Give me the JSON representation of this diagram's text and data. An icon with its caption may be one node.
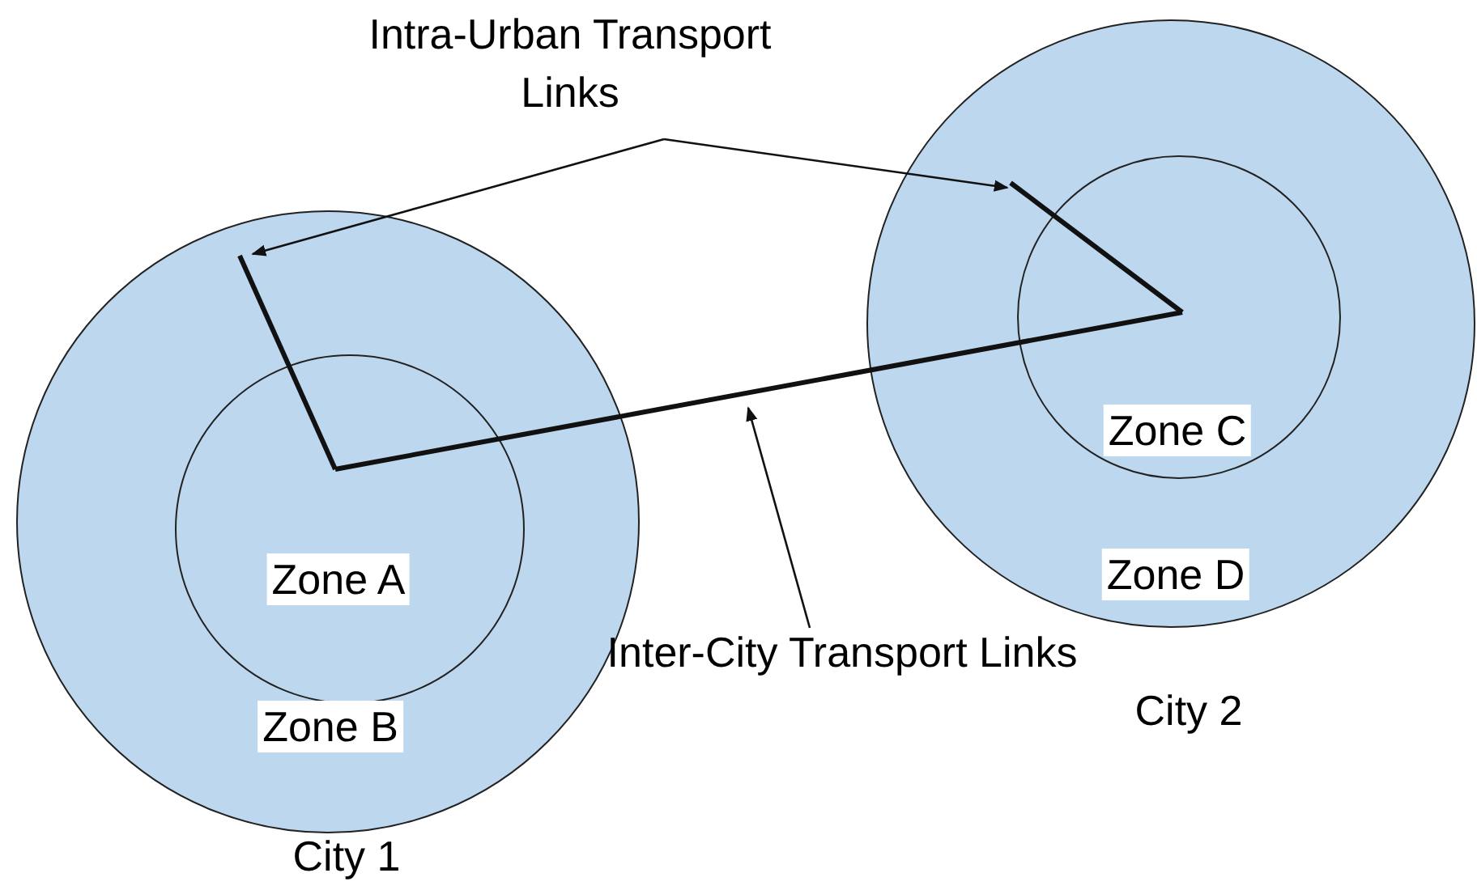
{
  "diagram": {
    "nodes": [
      {
        "text": [
          "Zone B"
        ],
        "beside": [
          "City 1"
        ]
      },
      {
        "text": [
          "Zone A"
        ],
        "in": 0
      },
      {
        "text": [
          "Zone D"
        ],
        "beside": [
          "City 2"
        ]
      },
      {
        "text": [
          "Zone C"
        ],
        "in": 2
      },
      {
        "text": [
          "Intra-Urban Transport Links"
        ]
      },
      {
        "text": [
          "Inter-City Transport Links"
        ]
      }
    ],
    "edges": [
      {
        "from": 1,
        "to": null,
        "arrow": "none",
        "style": "thick"
      },
      {
        "from": 1,
        "to": 3,
        "arrow": "none",
        "style": "thick"
      },
      {
        "from": 3,
        "to": null,
        "arrow": "none",
        "style": "thick"
      },
      {
        "from": 4,
        "to": null,
        "arrow": "to"
      },
      {
        "from": 4,
        "to": 3,
        "arrow": "to"
      },
      {
        "from": 5,
        "to": null,
        "arrow": "to"
      }
    ]
  }
}
